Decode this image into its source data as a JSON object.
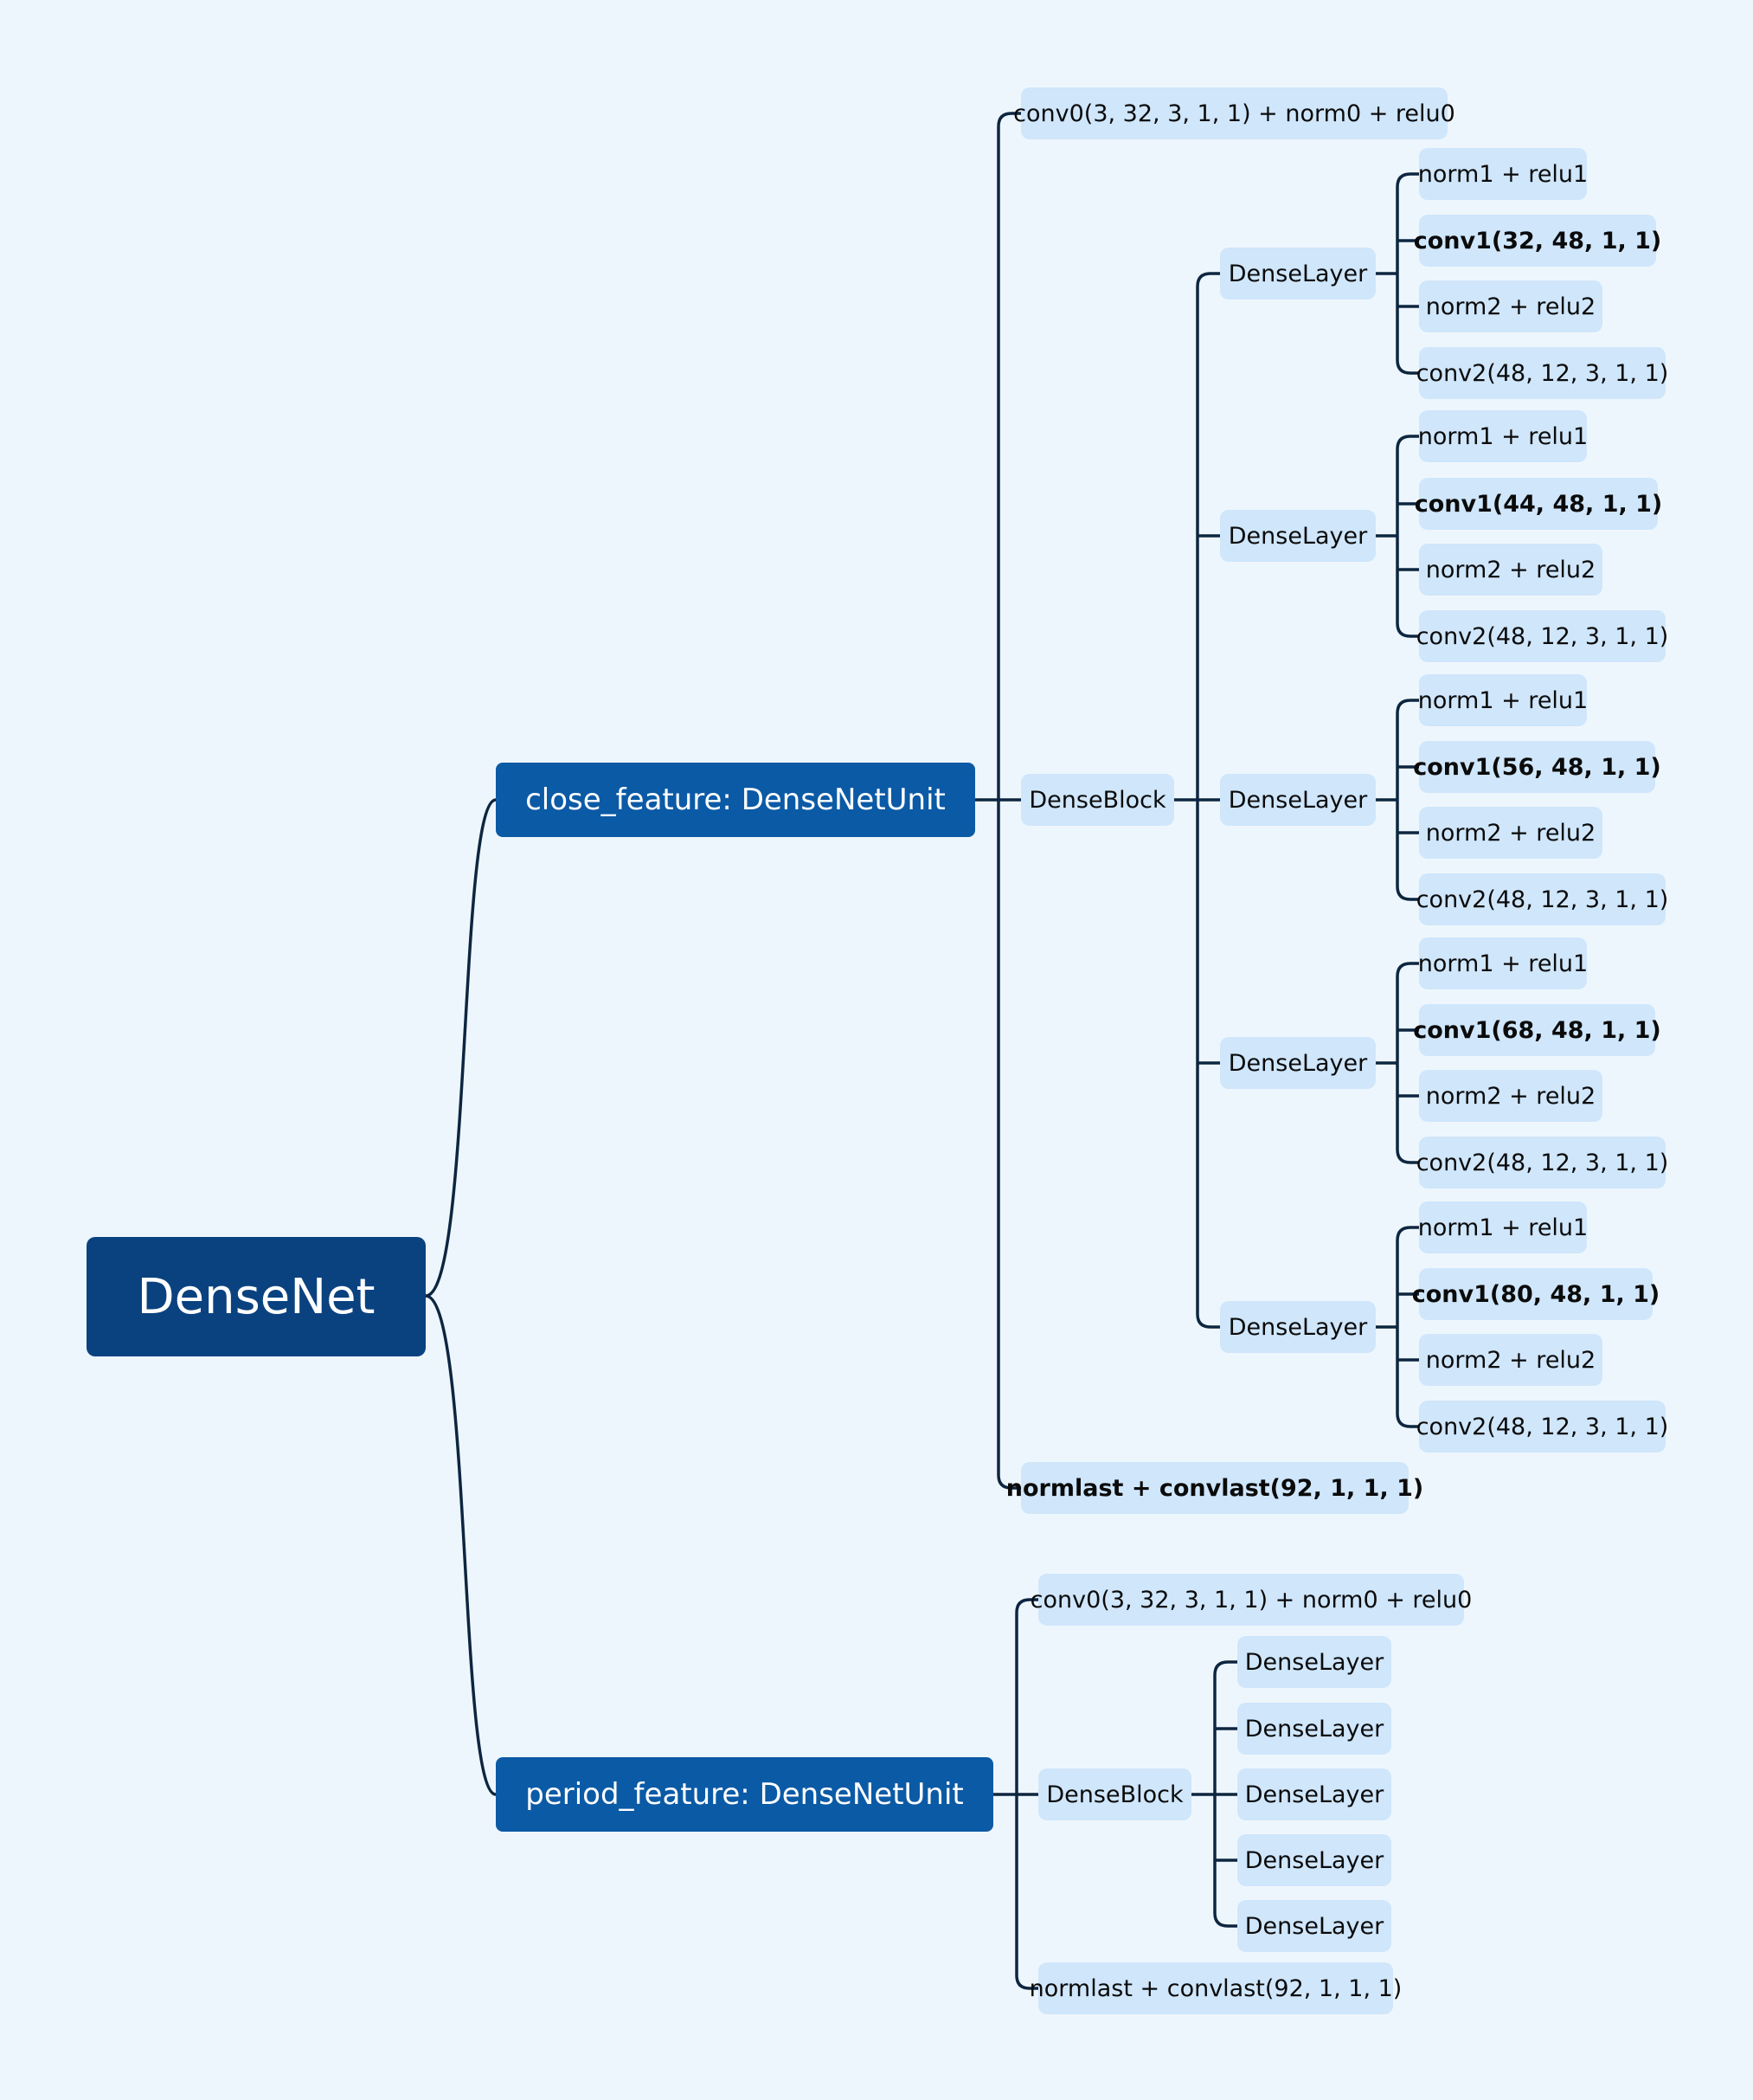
{
  "root": {
    "label": "DenseNet"
  },
  "close_feature": {
    "label": "close_feature: DenseNetUnit",
    "conv0": "conv0(3, 32, 3, 1, 1) + norm0 + relu0",
    "dense_block": "DenseBlock",
    "layers": [
      {
        "label": "DenseLayer",
        "norm1": "norm1 + relu1",
        "conv1": "conv1(32, 48, 1, 1)",
        "norm2": "norm2 + relu2",
        "conv2": "conv2(48, 12, 3, 1, 1)"
      },
      {
        "label": "DenseLayer",
        "norm1": "norm1 + relu1",
        "conv1": "conv1(44, 48, 1, 1)",
        "norm2": "norm2 + relu2",
        "conv2": "conv2(48, 12, 3, 1, 1)"
      },
      {
        "label": "DenseLayer",
        "norm1": "norm1 + relu1",
        "conv1": "conv1(56, 48, 1, 1)",
        "norm2": "norm2 + relu2",
        "conv2": "conv2(48, 12, 3, 1, 1)"
      },
      {
        "label": "DenseLayer",
        "norm1": "norm1 + relu1",
        "conv1": "conv1(68, 48, 1, 1)",
        "norm2": "norm2 + relu2",
        "conv2": "conv2(48, 12, 3, 1, 1)"
      },
      {
        "label": "DenseLayer",
        "norm1": "norm1 + relu1",
        "conv1": "conv1(80, 48, 1, 1)",
        "norm2": "norm2 + relu2",
        "conv2": "conv2(48, 12, 3, 1, 1)"
      }
    ],
    "normlast": "normlast + convlast(92, 1, 1, 1)"
  },
  "period_feature": {
    "label": "period_feature: DenseNetUnit",
    "conv0": "conv0(3, 32, 3, 1, 1) + norm0 + relu0",
    "dense_block": "DenseBlock",
    "layers": [
      "DenseLayer",
      "DenseLayer",
      "DenseLayer",
      "DenseLayer",
      "DenseLayer"
    ],
    "normlast": "normlast + convlast(92, 1, 1, 1)"
  },
  "colors": {
    "background": "#eef6fd",
    "root": "#0a4280",
    "branch": "#0b5aa6",
    "leaf": "#cfe6fb",
    "connector": "#0d2640"
  }
}
